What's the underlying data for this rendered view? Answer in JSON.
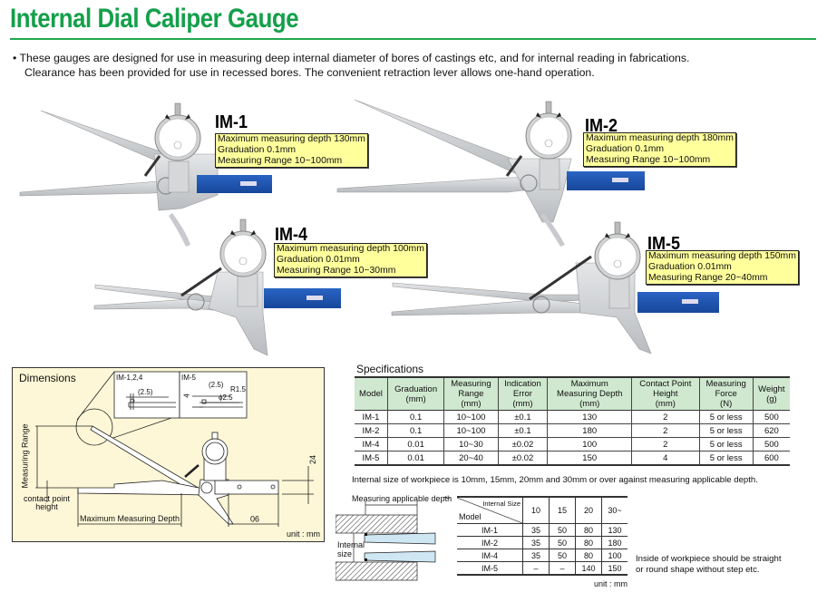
{
  "page": {
    "title": "Internal Dial Caliper Gauge",
    "intro_lines": [
      "• These gauges are designed for use in measuring deep internal diameter of bores of castings etc, and for internal reading in fabrications.",
      "Clearance has been provided for use in recessed bores.  The convenient retraction lever allows one-hand operation."
    ],
    "accent_color": "#14a04a"
  },
  "products": [
    {
      "model": "IM-1",
      "lines": [
        "Maximum measuring depth 130mm",
        "Graduation 0.1mm",
        "Measuring Range 10~100mm"
      ]
    },
    {
      "model": "IM-2",
      "lines": [
        "Maximum measuring depth 180mm",
        "Graduation 0.1mm",
        "Measuring Range 10~100mm"
      ]
    },
    {
      "model": "IM-4",
      "lines": [
        "Maximum measuring depth 100mm",
        "Graduation 0.01mm",
        "Measuring Range 10~30mm"
      ]
    },
    {
      "model": "IM-5",
      "lines": [
        "Maximum measuring depth 150mm",
        "Graduation 0.01mm",
        "Measuring Range 20~40mm"
      ]
    }
  ],
  "dimensions": {
    "title": "Dimensions",
    "inset_left_label": "IM-1,2,4",
    "inset_right_label": "IM-5",
    "inset_left_dim": "(2.5)",
    "inset_right_dims": [
      "(2.5)",
      "R1.5",
      "ϕ2.5",
      "4"
    ],
    "measuring_range_label": "Measuring Range",
    "contact_point_label": [
      "contact point",
      "height"
    ],
    "max_depth_label": "Maximum Measuring Depth",
    "dim_24": "24",
    "dim_90": "90",
    "unit": "unit : mm"
  },
  "specifications": {
    "heading": "Specifications",
    "columns": [
      [
        "Model"
      ],
      [
        "Graduation",
        "(mm)"
      ],
      [
        "Measuring",
        "Range",
        "(mm)"
      ],
      [
        "Indication",
        "Error",
        "(mm)"
      ],
      [
        "Maximum",
        "Measuring Depth",
        "(mm)"
      ],
      [
        "Contact Point",
        "Height",
        "(mm)"
      ],
      [
        "Measuring",
        "Force",
        "(N)"
      ],
      [
        "Weight",
        "(g)"
      ]
    ],
    "rows": [
      [
        "IM-1",
        "0.1",
        "10~100",
        "±0.1",
        "130",
        "2",
        "5 or less",
        "500"
      ],
      [
        "IM-2",
        "0.1",
        "10~100",
        "±0.1",
        "180",
        "2",
        "5 or less",
        "620"
      ],
      [
        "IM-4",
        "0.01",
        "10~30",
        "±0.02",
        "100",
        "2",
        "5 or less",
        "500"
      ],
      [
        "IM-5",
        "0.01",
        "20~40",
        "±0.02",
        "150",
        "4",
        "5 or less",
        "600"
      ]
    ]
  },
  "workpiece": {
    "note": "Internal size of workpiece is 10mm, 15mm, 20mm and 30mm or over against measuring applicable depth.",
    "depth_label": "Measuring applicable depth",
    "internal_label": [
      "Internal",
      "size"
    ],
    "corner_top": "Internal Size",
    "corner_bottom": "Model",
    "sizes": [
      "10",
      "15",
      "20",
      "30~"
    ],
    "rows": [
      [
        "IM-1",
        "35",
        "50",
        "80",
        "130"
      ],
      [
        "IM-2",
        "35",
        "50",
        "80",
        "180"
      ],
      [
        "IM-4",
        "35",
        "50",
        "80",
        "100"
      ],
      [
        "IM-5",
        "–",
        "–",
        "140",
        "150"
      ]
    ],
    "unit": "unit : mm",
    "side_note": [
      "Inside of workpiece should be straight",
      "or round shape without step etc."
    ]
  }
}
